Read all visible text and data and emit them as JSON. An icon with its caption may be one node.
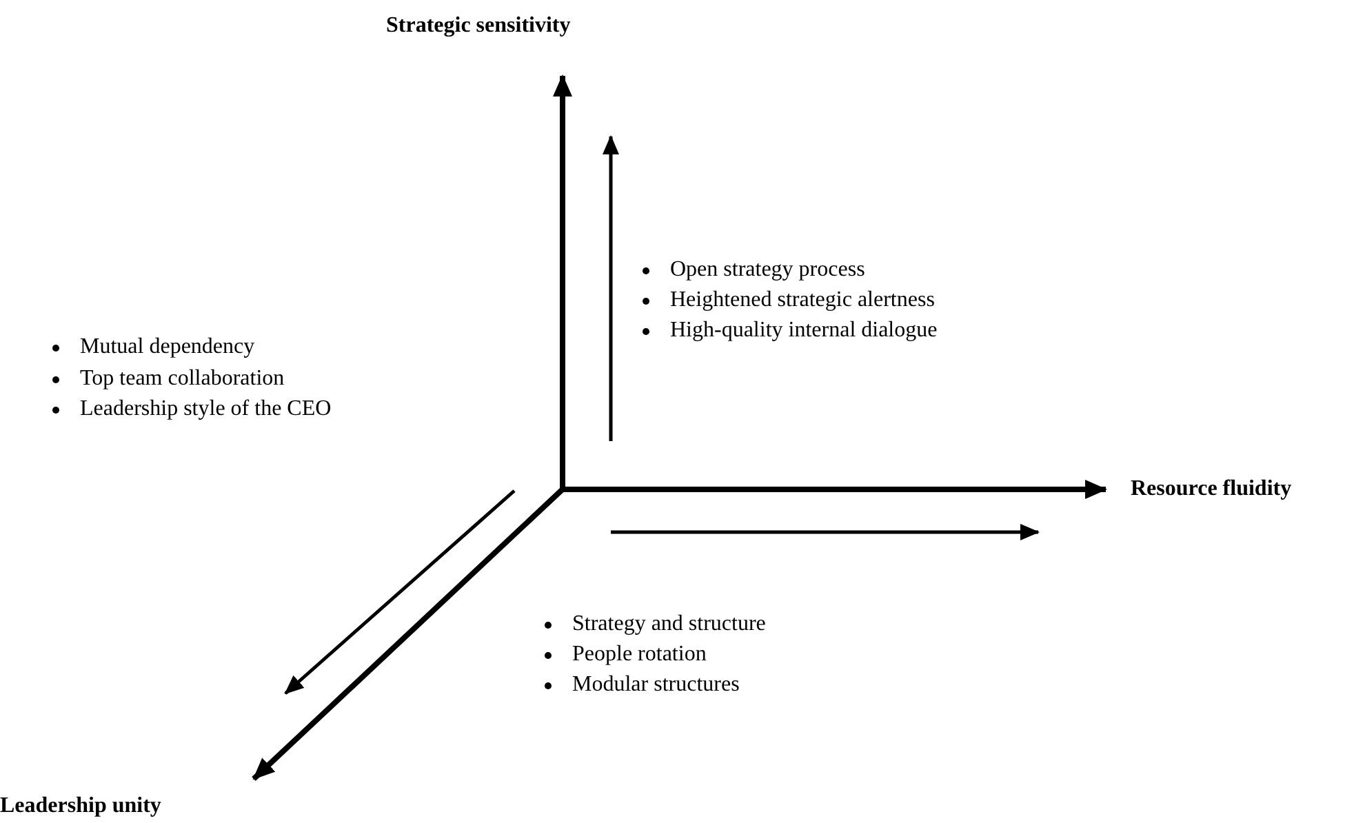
{
  "diagram": {
    "labels": [
      "Strategic sensitivity",
      "Open strategy process",
      "Heightened strategic alertness",
      "High-quality internal dialogue",
      "Mutual dependency",
      "Top team collaboration",
      "Leadership style of the CEO",
      "Resource fluidity",
      "Strategy and structure",
      "People rotation",
      "Modular structures",
      "Leadership unity"
    ]
  }
}
